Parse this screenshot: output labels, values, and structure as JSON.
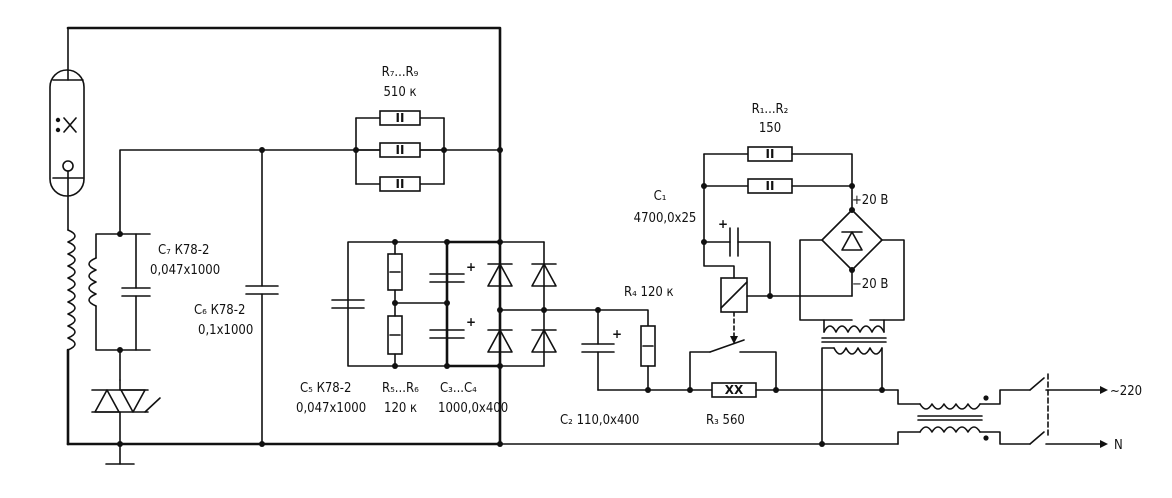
{
  "labels": {
    "r7_r9": {
      "ref": "R₇...R₉",
      "value": "510 к"
    },
    "r1_r2": {
      "ref": "R₁...R₂",
      "value": "150"
    },
    "c1": {
      "ref": "C₁",
      "value": "4700,0x25"
    },
    "c7": {
      "ref": "C₇ К78-2",
      "value": "0,047x1000"
    },
    "c6": {
      "ref": "C₆ К78-2",
      "value": "0,1x1000"
    },
    "c5": {
      "ref": "C₅ К78-2",
      "value": "0,047x1000"
    },
    "r5_r6": {
      "ref": "R₅...R₆",
      "value": "120 к"
    },
    "c3_c4": {
      "ref": "C₃...C₄",
      "value": "1000,0x400"
    },
    "r4": "R₄ 120 к",
    "c2": "C₂ 110,0x400",
    "r3": "R₃ 560",
    "v_pos": "+20 В",
    "v_neg": "−20 В",
    "ac_line": "~220",
    "neutral": "N"
  },
  "symbols": {
    "resistor_mark": "II",
    "r3_mark": "XX",
    "plus": "+"
  }
}
